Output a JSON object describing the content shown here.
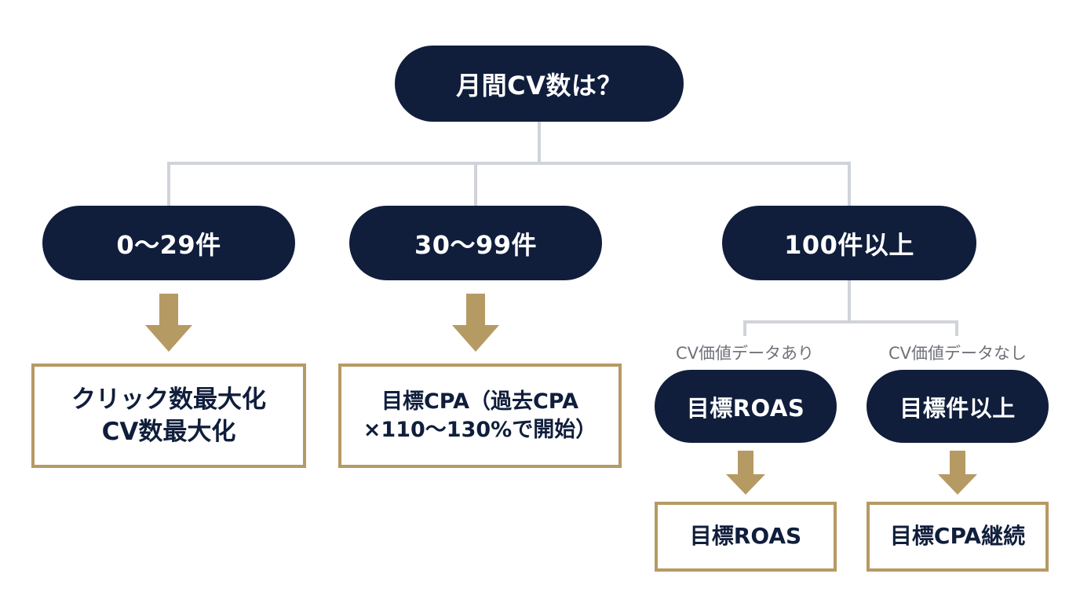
{
  "colors": {
    "navy": "#101e3c",
    "gold": "#b69a64",
    "line": "#d0d3d9",
    "label": "#6f7279"
  },
  "root": {
    "label": "月間CV数は？"
  },
  "branches": [
    {
      "label": "0〜29件",
      "result_lines": [
        "クリック数最大化",
        "CV数最大化"
      ]
    },
    {
      "label": "30〜99件",
      "result_lines": [
        "目標CPA（過去CPA",
        "×110〜130%で開始）"
      ]
    },
    {
      "label": "100件以上",
      "sub_branches": [
        {
          "condition": "CV価値データあり",
          "label": "目標ROAS",
          "result": "目標ROAS"
        },
        {
          "condition": "CV価値データなし",
          "label": "目標件以上",
          "result": "目標CPA継続"
        }
      ]
    }
  ]
}
